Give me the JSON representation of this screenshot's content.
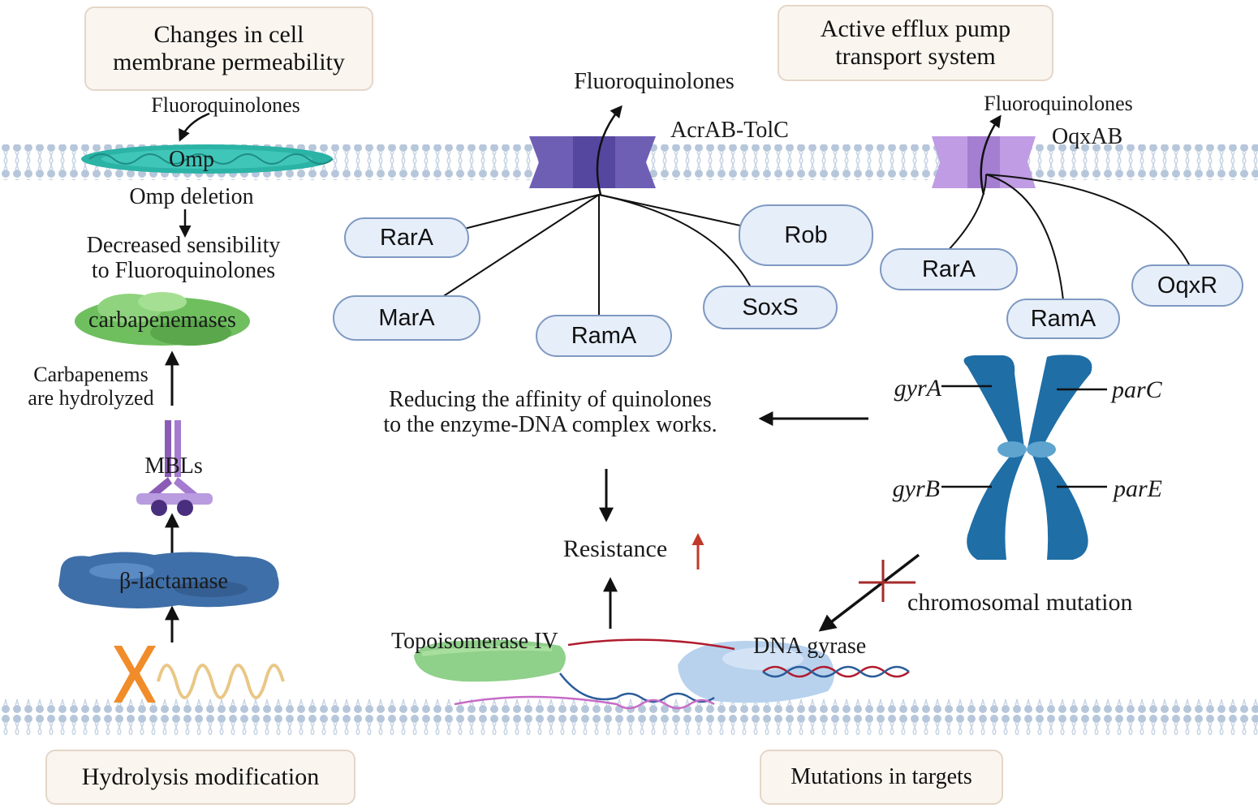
{
  "sections": {
    "membrane_permeability": "Changes in cell\nmembrane permeability",
    "efflux_pump": "Active efflux pump\ntransport system",
    "hydrolysis": "Hydrolysis modification",
    "target_mutations": "Mutations in  targets"
  },
  "permeability": {
    "fluoroquinolones": "Fluoroquinolones",
    "omp": "Omp",
    "omp_deletion": "Omp deletion",
    "decreased": "Decreased sensibility\nto Fluoroquinolones"
  },
  "hydrolysis_path": {
    "carbapenemases": "carbapenemases",
    "carbapenems": "Carbapenems\nare hydrolyzed",
    "mbls": "MBLs",
    "beta_lactamase": "β-lactamase"
  },
  "efflux": {
    "fluoroquinolones_1": "Fluoroquinolones",
    "acrab_tolc": "AcrAB-TolC",
    "fluoroquinolones_2": "Fluoroquinolones",
    "oqxab": "OqxAB",
    "regulators_acrab": [
      "RarA",
      "Rob",
      "MarA",
      "RamA",
      "SoxS"
    ],
    "regulators_oqxab": [
      "RarA",
      "RamA",
      "OqxR"
    ]
  },
  "targets": {
    "affinity": "Reducing the affinity of quinolones\nto the enzyme-DNA complex works.",
    "resistance": "Resistance",
    "genes": [
      "gyrA",
      "parC",
      "gyrB",
      "parE"
    ],
    "chromosomal_mutation": "chromosomal mutation",
    "topoisomerase": "Topoisomerase IV",
    "dna_gyrase": "DNA gyrase"
  },
  "colors": {
    "membrane": "#b7c7db",
    "omp": "#2bb3a6",
    "acrab": "#6e5fb5",
    "oqxab": "#c09ce4",
    "mbls": "#8a5cb6",
    "beta_lactamase": "#3f6fa8",
    "carbapenemases": "#6fbf5f",
    "chromosome": "#1f6ea6",
    "resistance_arrow": "#c0392b",
    "topoisomerase": "#8fd08a",
    "dna_gyrase": "#b8d2ee"
  }
}
